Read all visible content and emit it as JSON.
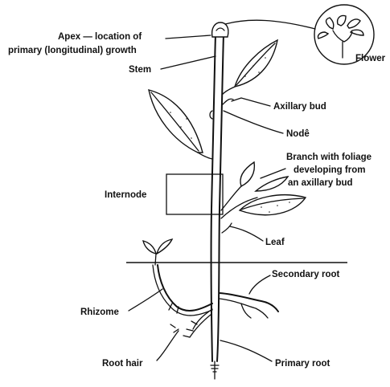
{
  "diagram": {
    "labels": {
      "apex_line1": "Apex — location of",
      "apex_line2": "primary (longitudinal) growth",
      "stem": "Stem",
      "flower": "Flower",
      "axillary_bud": "Axillary bud",
      "node": "Nodê",
      "branch_line1": "Branch with foliage",
      "branch_line2": "developing from",
      "branch_line3": "an axillary bud",
      "internode": "Internode",
      "leaf": "Leaf",
      "secondary_root": "Secondary root",
      "rhizome": "Rhizome",
      "root_hair": "Root hair",
      "primary_root": "Primary root"
    }
  }
}
